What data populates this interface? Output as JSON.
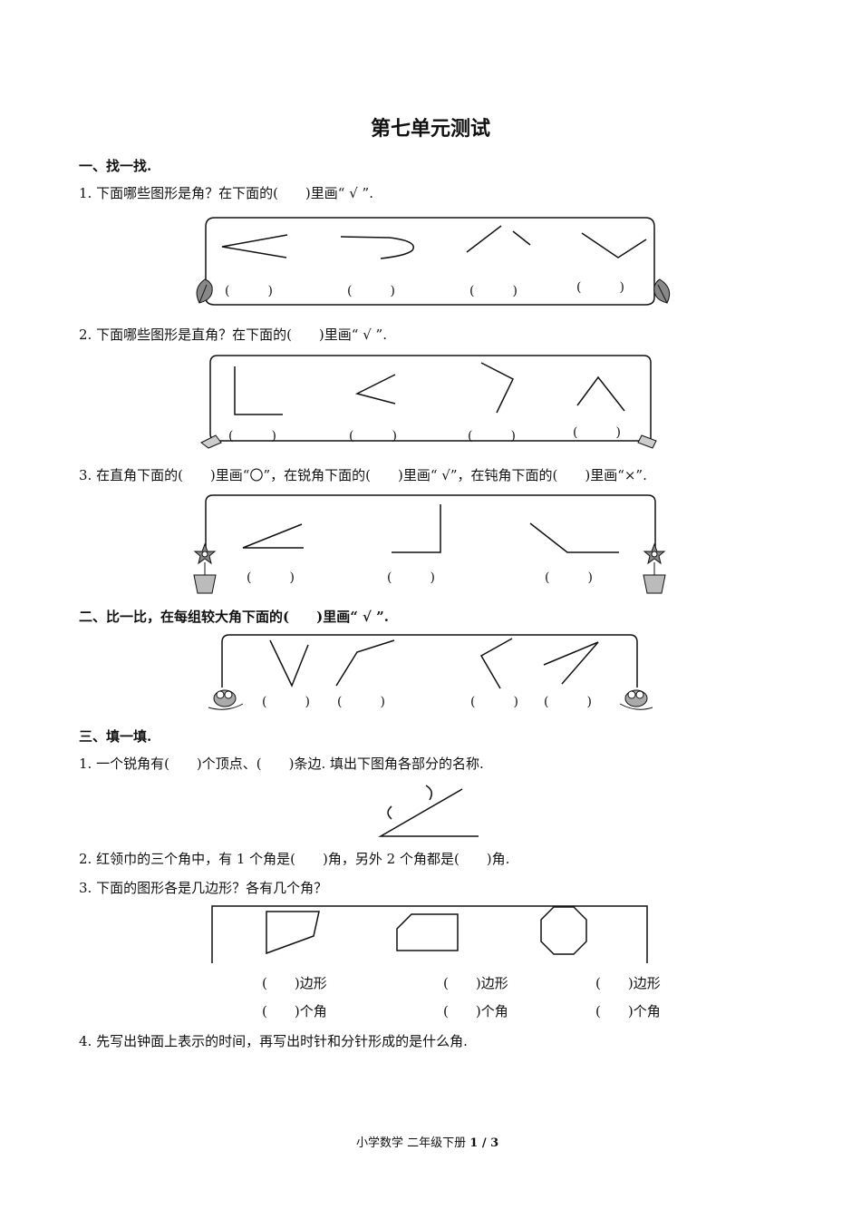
{
  "title": "第七单元测试",
  "section1": {
    "heading": "一、找一找.",
    "q1": "1. 下面哪些图形是角？在下面的(　　)里画“ √ ”.",
    "q2": "2. 下面哪些图形是直角？在下面的(　　)里画“ √ ”.",
    "q3": "3. 在直角下面的(　　)里画“〇”，在锐角下面的(　　)里画“ √”，在钝角下面的(　　)里画“×”."
  },
  "section2": {
    "heading": "二、比一比，在每组较大角下面的(　　)里画“ √ ”."
  },
  "section3": {
    "heading": "三、填一填.",
    "q1": "1. 一个锐角有(　　)个顶点、(　　)条边. 填出下图角各部分的名称.",
    "q2": "2. 红领巾的三个角中，有 1 个角是(　　)角，另外 2 个角都是(　　)角.",
    "q3": "3. 下面的图形各是几边形？各有几个角？",
    "shape_labels": {
      "sides": "(　　)边形",
      "angles": "(　　)个角"
    },
    "q4": "4. 先写出钟面上表示的时间，再写出时针和分针形成的是什么角."
  },
  "answer_blank": "(　　　)",
  "footer": "小学数学 二年级下册",
  "page_number": "1 / 3"
}
